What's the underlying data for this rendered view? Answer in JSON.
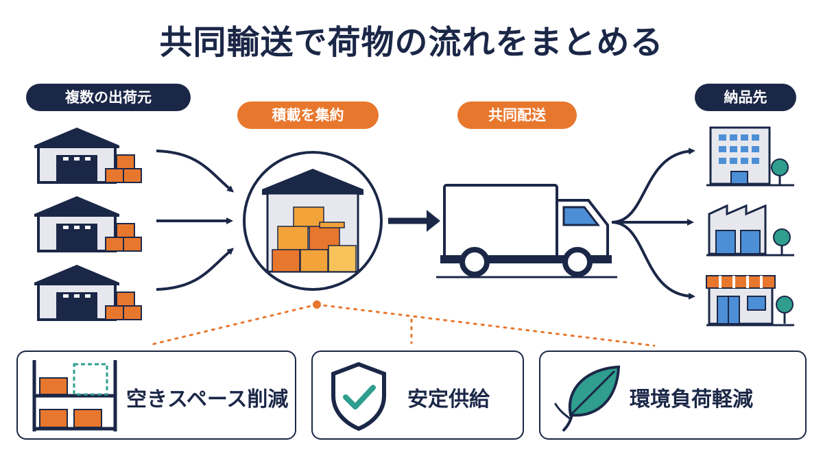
{
  "title": "共同輸送で荷物の流れをまとめる",
  "stages": {
    "origins": "複数の出荷元",
    "consolidate": "積載を集約",
    "delivery": "共同配送",
    "destinations": "納品先"
  },
  "benefits": [
    {
      "label": "空きスペース削減",
      "icon": "warehouse-shelf-icon"
    },
    {
      "label": "安定供給",
      "icon": "shield-check-icon"
    },
    {
      "label": "環境負荷軽減",
      "icon": "leaf-icon"
    }
  ],
  "colors": {
    "navy": "#1b2747",
    "orange": "#e8772e",
    "box_orange": "#f2a33a",
    "building_blue": "#4d8fd6",
    "green": "#2f9e8f",
    "gray": "#e6e8ee"
  }
}
